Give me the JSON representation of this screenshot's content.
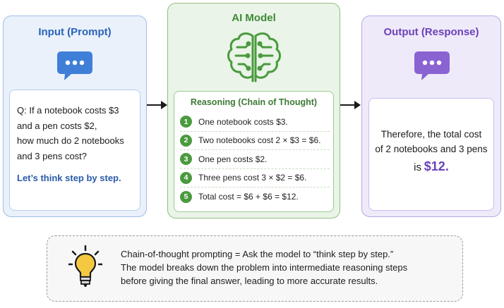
{
  "input": {
    "title": "Input (Prompt)",
    "question_lines": [
      "Q: If a notebook costs $3",
      "and a pen costs $2,",
      "how much do 2 notebooks",
      "and 3 pens cost?"
    ],
    "instruction": "Let’s think step by step."
  },
  "model": {
    "title": "AI Model",
    "reasoning_title": "Reasoning (Chain of Thought)",
    "steps": [
      {
        "num": "1",
        "text": "One notebook costs $3."
      },
      {
        "num": "2",
        "text": "Two notebooks cost 2 × $3 = $6."
      },
      {
        "num": "3",
        "text": "One pen costs $2."
      },
      {
        "num": "4",
        "text": "Three pens cost 3 × $2 = $6."
      },
      {
        "num": "5",
        "text": "Total cost = $6 + $6 = $12."
      }
    ]
  },
  "output": {
    "title": "Output (Response)",
    "answer_lines": [
      "Therefore, the total cost",
      "of 2 notebooks and 3 pens"
    ],
    "answer_prefix": "is",
    "answer_value": "$12."
  },
  "note": {
    "lines": [
      "Chain-of-thought prompting = Ask the model to “think step by step.”",
      "The model breaks down the problem into intermediate reasoning steps",
      "before giving the final answer, leading to more accurate results."
    ]
  },
  "colors": {
    "input_accent": "#2a63b8",
    "model_accent": "#3d8a36",
    "output_accent": "#6a42b8"
  }
}
